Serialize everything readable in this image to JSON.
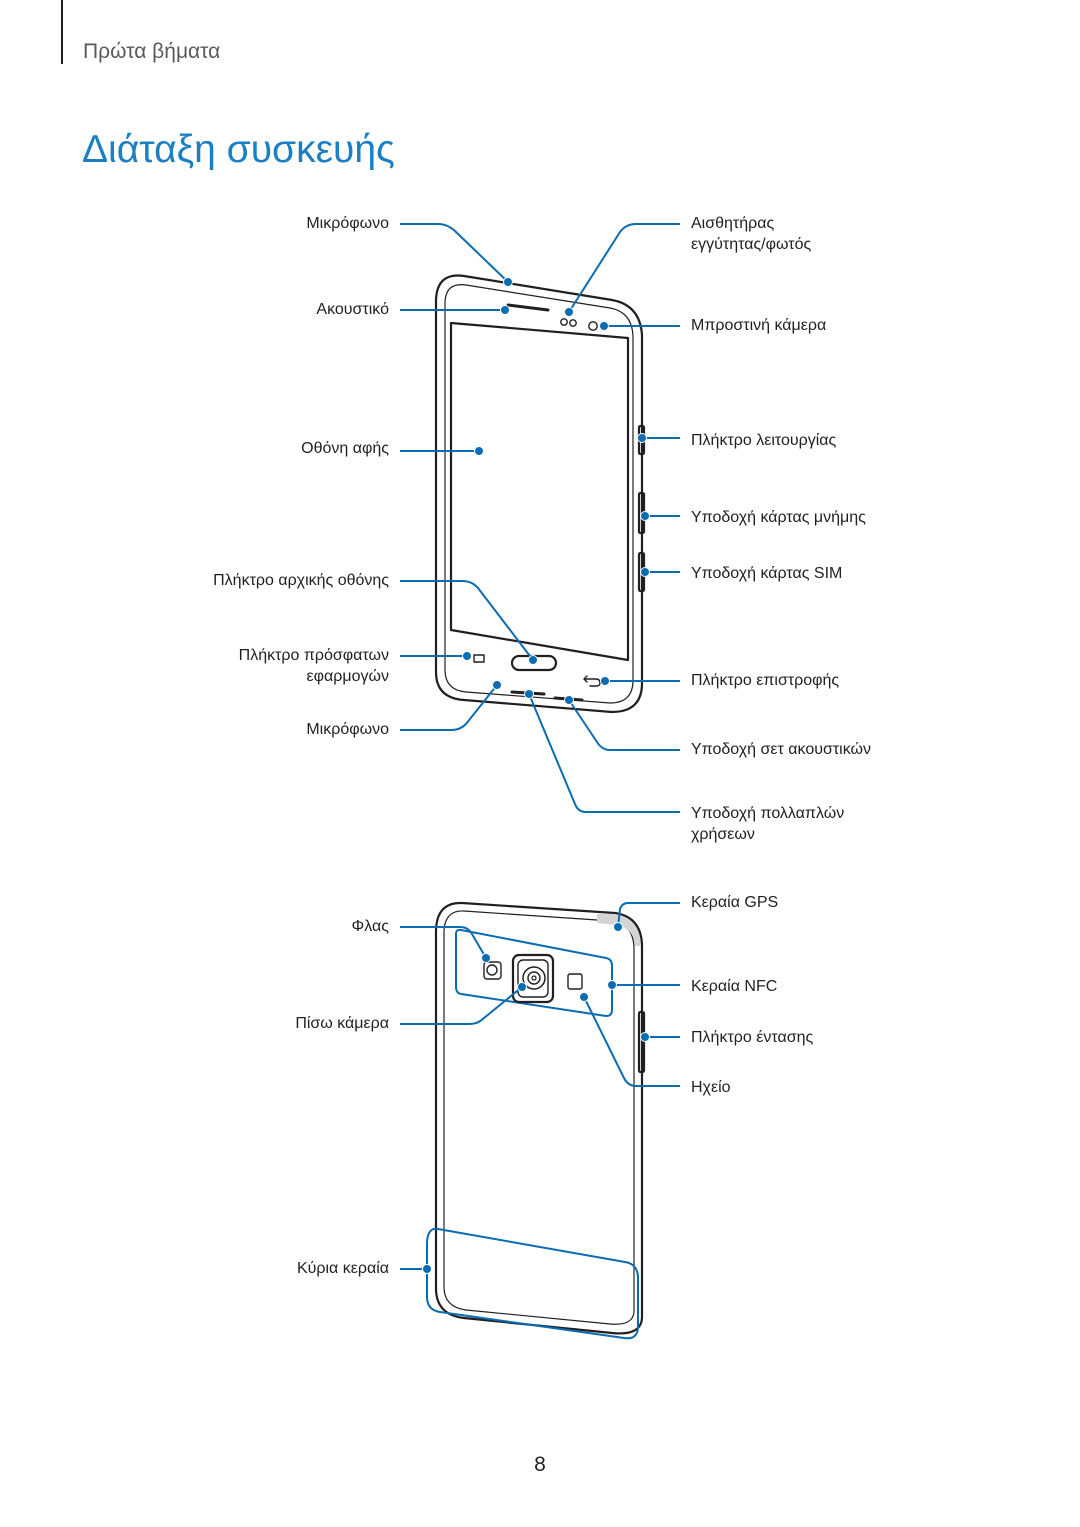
{
  "header": {
    "section": "Πρώτα βήματα"
  },
  "title": "Διάταξη συσκευής",
  "page_number": "8",
  "colors": {
    "accent": "#1a7fc4",
    "line": "#0a6cb3",
    "outline": "#231f20"
  },
  "front": {
    "left": {
      "mic_top": "Μικρόφωνο",
      "earpiece": "Ακουστικό",
      "touchscreen": "Οθόνη αφής",
      "home_key": "Πλήκτρο αρχικής οθόνης",
      "recent_1": "Πλήκτρο πρόσφατων",
      "recent_2": "εφαρμογών",
      "mic_bottom": "Μικρόφωνο"
    },
    "right": {
      "sensor_1": "Αισθητήρας",
      "sensor_2": "εγγύτητας/φωτός",
      "front_camera": "Μπροστινή κάμερα",
      "power_key": "Πλήκτρο λειτουργίας",
      "memory_slot": "Υποδοχή κάρτας μνήμης",
      "sim_slot": "Υποδοχή κάρτας SIM",
      "back_key": "Πλήκτρο επιστροφής",
      "headset_jack": "Υποδοχή σετ ακουστικών",
      "multipurpose_1": "Υποδοχή πολλαπλών",
      "multipurpose_2": "χρήσεων"
    }
  },
  "back": {
    "left": {
      "flash": "Φλας",
      "rear_camera": "Πίσω κάμερα",
      "main_antenna": "Κύρια κεραία"
    },
    "right": {
      "gps_antenna": "Κεραία GPS",
      "nfc_antenna": "Κεραία NFC",
      "volume_key": "Πλήκτρο έντασης",
      "speaker": "Ηχείο"
    }
  }
}
